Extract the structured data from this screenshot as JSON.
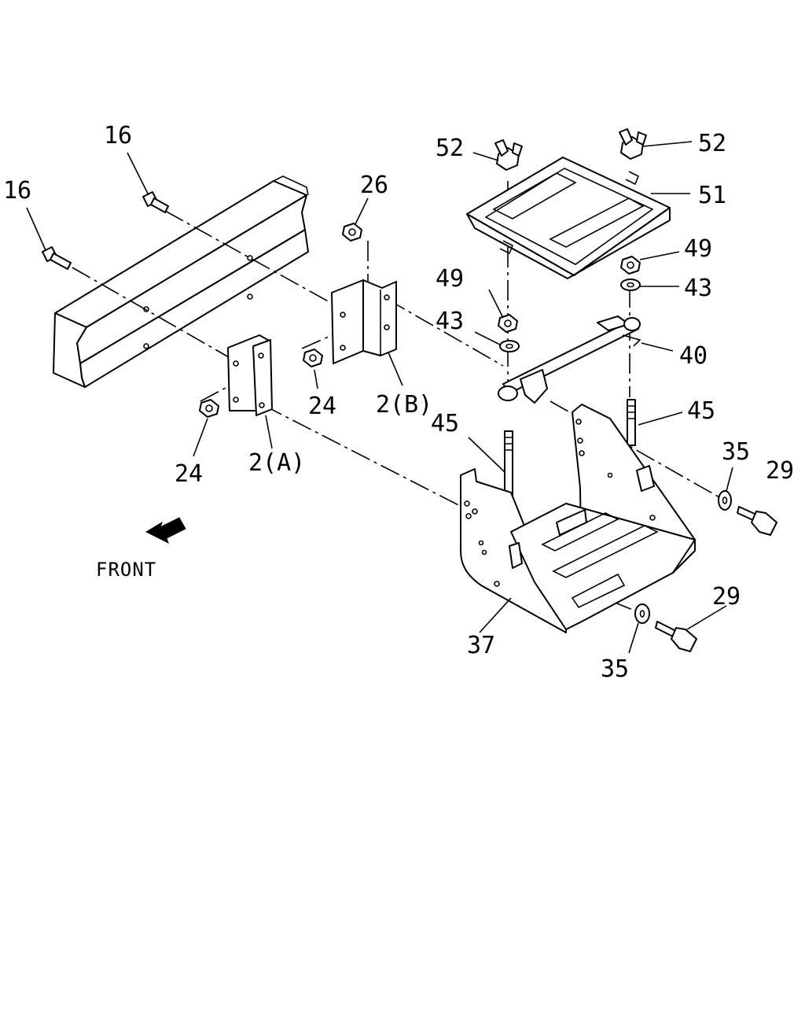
{
  "diagram": {
    "callouts": {
      "c16a": "16",
      "c16b": "16",
      "c26": "26",
      "c24a": "24",
      "c24b": "24",
      "c2a": "2(A)",
      "c2b": "2(B)",
      "c52a": "52",
      "c52b": "52",
      "c51": "51",
      "c49a": "49",
      "c49b": "49",
      "c43a": "43",
      "c43b": "43",
      "c40": "40",
      "c45a": "45",
      "c45b": "45",
      "c35a": "35",
      "c35b": "35",
      "c29a": "29",
      "c29b": "29",
      "c37": "37"
    },
    "front_label": "FRONT"
  }
}
